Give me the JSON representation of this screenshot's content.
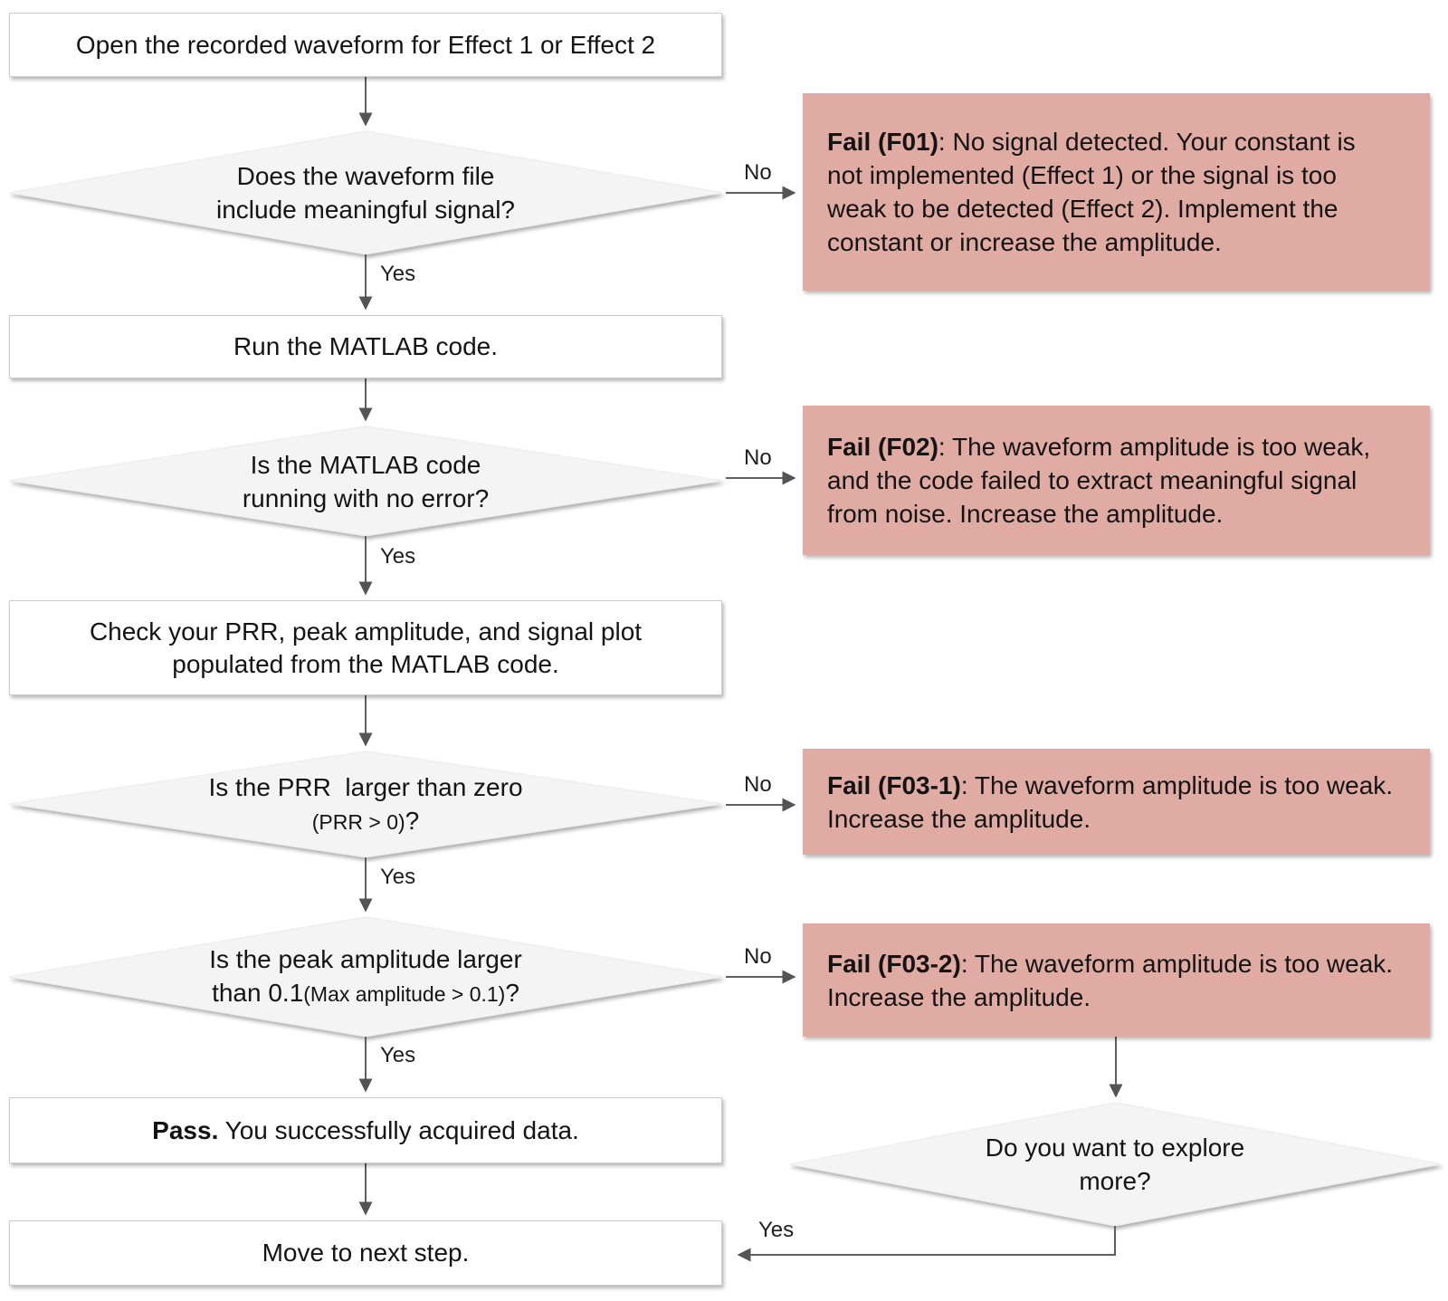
{
  "nodes": {
    "start": {
      "label": "Open the recorded waveform for Effect 1 or Effect 2"
    },
    "signal_check": {
      "line1": "Does the waveform file",
      "line2": "include meaningful signal?"
    },
    "run": {
      "label": "Run the MATLAB code."
    },
    "error_check": {
      "line1": "Is the MATLAB code",
      "line2": "running with no error?"
    },
    "check_outputs": {
      "line1": "Check your PRR, peak amplitude, and signal plot",
      "line2": "populated from the MATLAB code."
    },
    "prr_check": {
      "line1": "Is the PRR  larger than zero",
      "paren": "(PRR > 0)",
      "qmark": "?"
    },
    "peak_check": {
      "line1": "Is the peak amplitude larger",
      "line2_prefix": "than 0.1",
      "paren": "(Max amplitude > 0.1)",
      "qmark": "?"
    },
    "pass": {
      "bold": "Pass.",
      "rest": " You successfully acquired data."
    },
    "move_next": {
      "label": "Move to next step."
    },
    "explore": {
      "line1": "Do you want to explore",
      "line2": "more?"
    },
    "f01": {
      "bold": "Fail (F01)",
      "rest": ": No signal detected. Your constant is not implemented (Effect 1) or the signal is too weak to be detected (Effect 2). Implement the constant or increase the amplitude."
    },
    "f02": {
      "bold": "Fail (F02)",
      "rest": ": The waveform amplitude is too weak, and the code failed to extract meaningful signal from noise. Increase the amplitude."
    },
    "f03_1": {
      "bold": "Fail (F03-1)",
      "rest": ": The waveform amplitude is too weak. Increase the amplitude."
    },
    "f03_2": {
      "bold": "Fail (F03-2)",
      "rest": ": The waveform amplitude is too weak. Increase the amplitude."
    }
  },
  "edge_labels": {
    "yes": "Yes",
    "no": "No"
  },
  "colors": {
    "fail_fill": "#e0aba2",
    "diamond_fill": "#f4f4f4",
    "box_fill": "#ffffff",
    "box_border": "#cccccc",
    "arrow": "#5f5f5f",
    "text": "#141414"
  }
}
